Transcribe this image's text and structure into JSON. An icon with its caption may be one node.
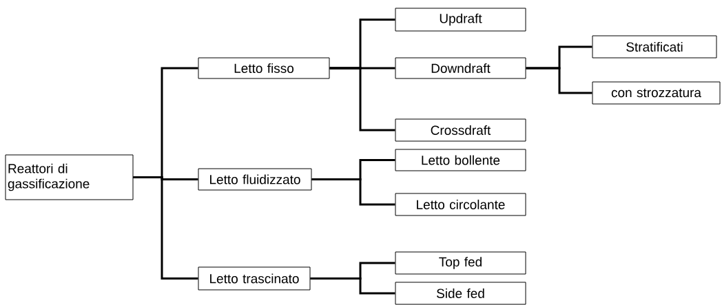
{
  "diagram": {
    "nodes": [
      {
        "text": [
          "Reattori di gassificazione"
        ]
      },
      {
        "text": [
          "Letto fisso"
        ]
      },
      {
        "text": [
          "Letto fluidizzato"
        ]
      },
      {
        "text": [
          "Letto trascinato"
        ]
      },
      {
        "text": [
          "Updraft"
        ]
      },
      {
        "text": [
          "Downdraft"
        ]
      },
      {
        "text": [
          "Crossdraft"
        ]
      },
      {
        "text": [
          "Stratificati"
        ]
      },
      {
        "text": [
          "con strozzatura"
        ]
      },
      {
        "text": [
          "Letto bollente"
        ]
      },
      {
        "text": [
          "Letto circolante"
        ]
      },
      {
        "text": [
          "Top fed"
        ]
      },
      {
        "text": [
          "Side fed"
        ]
      }
    ],
    "edges": [
      {
        "from": 0,
        "to": 1,
        "arrow": "none"
      },
      {
        "from": 0,
        "to": 2,
        "arrow": "none"
      },
      {
        "from": 0,
        "to": 3,
        "arrow": "none"
      },
      {
        "from": 1,
        "to": 4,
        "arrow": "none"
      },
      {
        "from": 1,
        "to": 5,
        "arrow": "none"
      },
      {
        "from": 1,
        "to": 6,
        "arrow": "none"
      },
      {
        "from": 5,
        "to": 7,
        "arrow": "none"
      },
      {
        "from": 5,
        "to": 8,
        "arrow": "none"
      },
      {
        "from": 2,
        "to": 9,
        "arrow": "none"
      },
      {
        "from": 2,
        "to": 10,
        "arrow": "none"
      },
      {
        "from": 3,
        "to": 11,
        "arrow": "none"
      },
      {
        "from": 3,
        "to": 12,
        "arrow": "none"
      }
    ]
  }
}
